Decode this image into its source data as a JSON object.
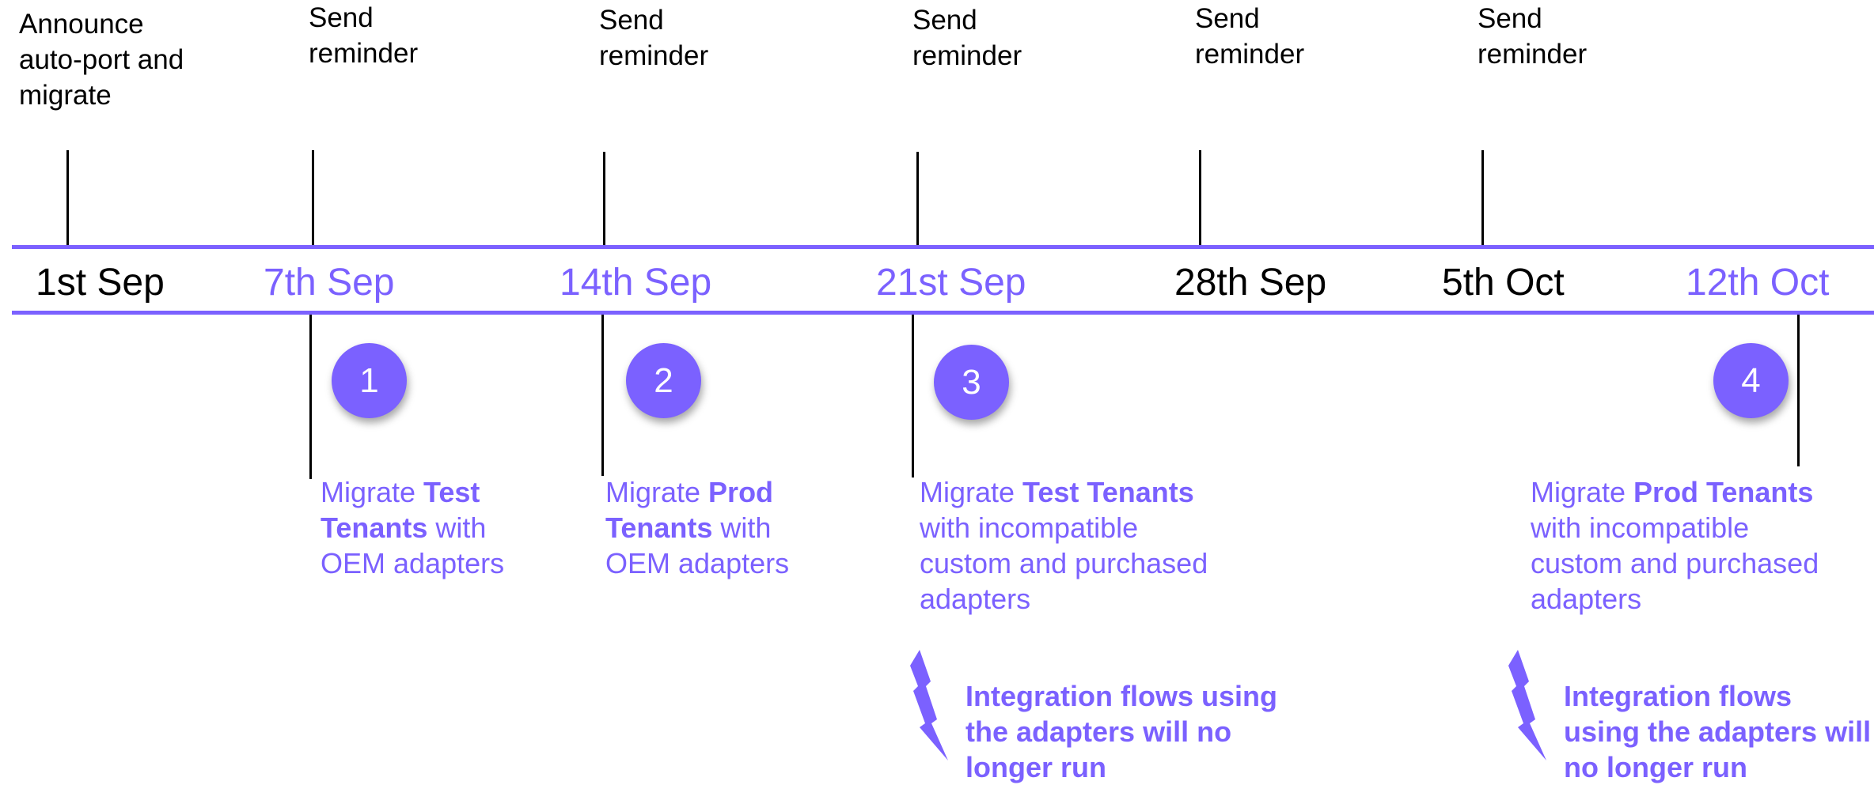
{
  "colors": {
    "accent": "#7b61ff",
    "text": "#000000",
    "line": "#000000"
  },
  "top_labels": [
    "Announce\nauto-port and\nmigrate",
    "Send\nreminder",
    "Send\nreminder",
    "Send\nreminder",
    "Send\nreminder",
    "Send\nreminder"
  ],
  "dates": [
    {
      "label": "1st Sep",
      "highlighted": false
    },
    {
      "label": "7th Sep",
      "highlighted": true
    },
    {
      "label": "14th Sep",
      "highlighted": true
    },
    {
      "label": "21st Sep",
      "highlighted": true
    },
    {
      "label": "28th Sep",
      "highlighted": false
    },
    {
      "label": "5th Oct",
      "highlighted": false
    },
    {
      "label": "12th Oct",
      "highlighted": true
    }
  ],
  "milestones": [
    {
      "number": "1",
      "desc": {
        "pre": "Migrate ",
        "bold": "Test Tenants",
        "post": " with OEM adapters"
      }
    },
    {
      "number": "2",
      "desc": {
        "pre": "Migrate ",
        "bold": "Prod Tenants",
        "post": " with OEM adapters"
      }
    },
    {
      "number": "3",
      "desc": {
        "pre": "Migrate ",
        "bold": "Test Tenants",
        "post": " with incompatible custom and purchased adapters"
      }
    },
    {
      "number": "4",
      "desc": {
        "pre": "Migrate ",
        "bold": "Prod Tenants",
        "post": " with  incompatible custom and purchased adapters"
      }
    }
  ],
  "warnings": [
    {
      "icon": "lightning-bolt-icon",
      "text": "Integration flows using the adapters will no longer run"
    },
    {
      "icon": "lightning-bolt-icon",
      "text": "Integration flows using the adapters will no longer run"
    }
  ]
}
